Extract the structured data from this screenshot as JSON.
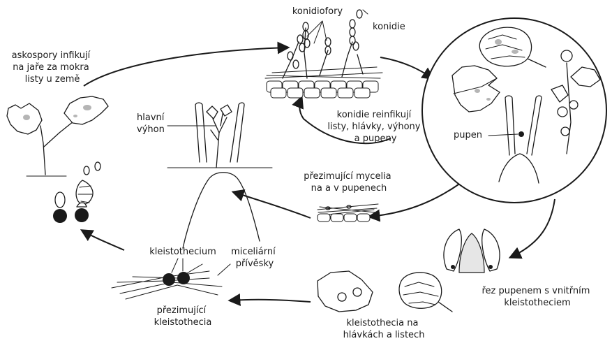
{
  "labels": {
    "askospory": [
      "askospory infikují",
      "na jaře za mokra",
      "listy u země"
    ],
    "konidiofory": "konidiofory",
    "konidie": "konidie",
    "reinfekce": [
      "konidie reinfikují",
      "listy, hlávky, výhony",
      "a pupeny"
    ],
    "pupen": "pupen",
    "hlavni_vyhon": [
      "hlavní",
      "výhon"
    ],
    "mycelia": [
      "přezimující mycelia",
      "na a v pupenech"
    ],
    "rez_pupenem": [
      "řez pupenem s vnitřním",
      "kleistotheciem"
    ],
    "kleistothecia_hlavky": [
      "kleistothecia na",
      "hlávkách a listech"
    ],
    "kleistothecium": "kleistothecium",
    "pridavky": [
      "miceliární",
      "přívěsky"
    ],
    "prezimujici_kleistothecia": [
      "přezimující",
      "kleistothecia"
    ]
  },
  "colors": {
    "line": "#1a1a1a",
    "background": "#ffffff",
    "infection_spot": "#b5b5b5"
  }
}
